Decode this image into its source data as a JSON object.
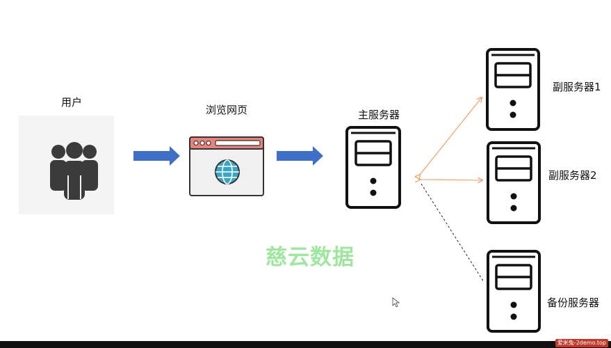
{
  "labels": {
    "user": "用户",
    "browser": "浏览网页",
    "main_server": "主服务器",
    "sub_server_1": "副服务器1",
    "sub_server_2": "副服务器2",
    "backup_server": "备份服务器"
  },
  "watermark": "慈云数据",
  "corner_badge": "爱米兔-2demo.top",
  "colors": {
    "arrow_blue": "#3f6fc6",
    "link_orange": "#ef9a63",
    "link_dashed": "#333333",
    "browser_header": "#e7837b",
    "globe": "#3aa6c4"
  }
}
